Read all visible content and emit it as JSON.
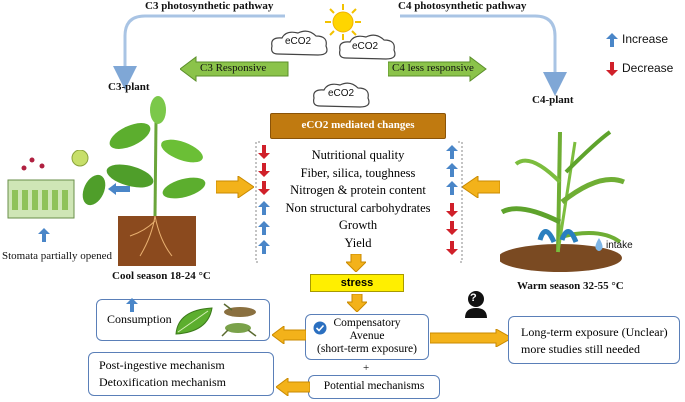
{
  "pathways": {
    "c3_title": "C3 photosynthetic pathway",
    "c4_title": "C4 photosynthetic pathway"
  },
  "clouds": {
    "left": "eCO2",
    "right": "eCO2",
    "center": "eCO2"
  },
  "responses": {
    "c3": "C3 Responsive",
    "c4": "C4 less responsive"
  },
  "legend": {
    "increase": "Increase",
    "decrease": "Decrease",
    "increase_color": "#4a86c8",
    "decrease_color": "#d0202a"
  },
  "plants": {
    "c3_label": "C3-plant",
    "c4_label": "C4-plant",
    "stomata": "Stomata partially opened",
    "c3_season": "Cool season 18-24 °C",
    "c4_season": "Warm season 32-55 °C",
    "intake": "intake"
  },
  "changes": {
    "header": "eCO2 mediated changes",
    "items": [
      "Nutritional quality",
      "Fiber, silica, toughness",
      "Nitrogen & protein content",
      "Non structural carbohydrates",
      "Growth",
      "Yield"
    ]
  },
  "stress": "stress",
  "compensatory": {
    "line1": "Compensatory",
    "line2": "Avenue",
    "line3": "(short-term exposure)"
  },
  "plus": "+",
  "potential": "Potential mechanisms",
  "consumption": "Consumption",
  "mechanisms": {
    "line1": "Post-ingestive mechanism",
    "line2": "Detoxification mechanism"
  },
  "longterm": {
    "line1": "Long-term exposure (Unclear)",
    "line2": "more studies still needed"
  },
  "question_mark": "?"
}
